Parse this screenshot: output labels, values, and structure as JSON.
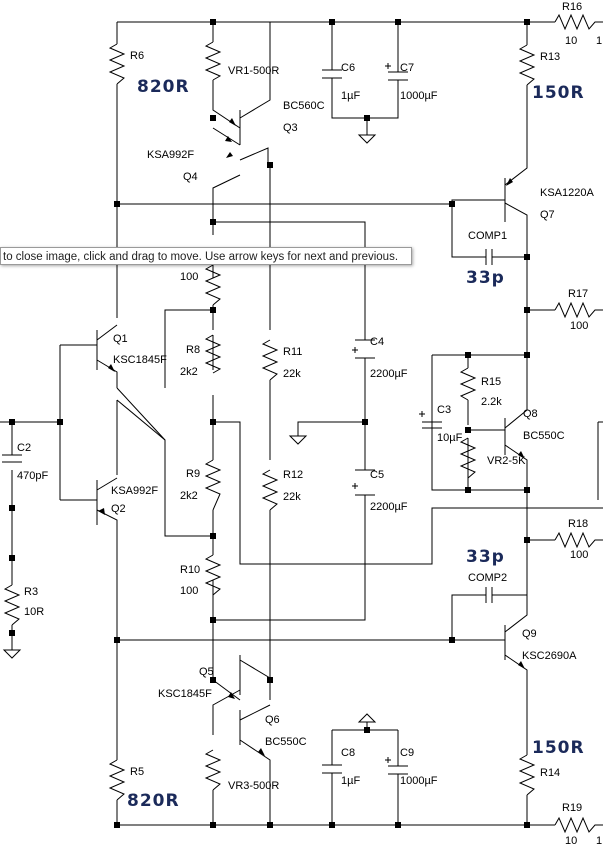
{
  "tooltip": "to close image, click and drag to move. Use arrow keys for next and previous.",
  "labels": {
    "R16": "R16",
    "R16_val": "10",
    "R16_end": "1",
    "R6": "R6",
    "R6_val": "820R",
    "VR1": "VR1-500R",
    "C6": "C6",
    "C6_val": "1µF",
    "C7": "C7",
    "C7_val": "1000µF",
    "R13": "R13",
    "R13_val": "150R",
    "Q3": "Q3",
    "Q3_type": "BC560C",
    "Q4": "Q4",
    "Q4_type": "KSA992F",
    "Q7": "Q7",
    "Q7_type": "KSA1220A",
    "COMP1": "COMP1",
    "COMP1_val": "33p",
    "R7_val": "100",
    "R17": "R17",
    "R17_val": "100",
    "Q1": "Q1",
    "Q1_type": "KSC1845F",
    "R8": "R8",
    "R8_val": "2k2",
    "R11": "R11",
    "R11_val": "22k",
    "C4": "C4",
    "C4_val": "2200µF",
    "R15": "R15",
    "R15_val": "2.2k",
    "C3": "C3",
    "C3_val": "10µF",
    "Q8": "Q8",
    "Q8_type": "BC550C",
    "VR2": "VR2-5K",
    "C2": "C2",
    "C2_val": "470pF",
    "Q2": "Q2",
    "Q2_type": "KSA992F",
    "R9": "R9",
    "R9_val": "2k2",
    "R12": "R12",
    "R12_val": "22k",
    "C5": "C5",
    "C5_val": "2200µF",
    "R18": "R18",
    "R18_val": "100",
    "COMP2": "COMP2",
    "COMP2_val": "33p",
    "R3": "R3",
    "R3_val": "10R",
    "R10": "R10",
    "R10_val": "100",
    "Q9": "Q9",
    "Q9_type": "KSC2690A",
    "Q5": "Q5",
    "Q5_type": "KSC1845F",
    "Q6": "Q6",
    "Q6_type": "BC550C",
    "R5": "R5",
    "R5_val": "820R",
    "C8": "C8",
    "C8_val": "1µF",
    "C9": "C9",
    "C9_val": "1000µF",
    "R14": "R14",
    "R14_val": "150R",
    "VR3": "VR3-500R",
    "R19": "R19",
    "R19_val": "10",
    "R19_end": "1"
  }
}
